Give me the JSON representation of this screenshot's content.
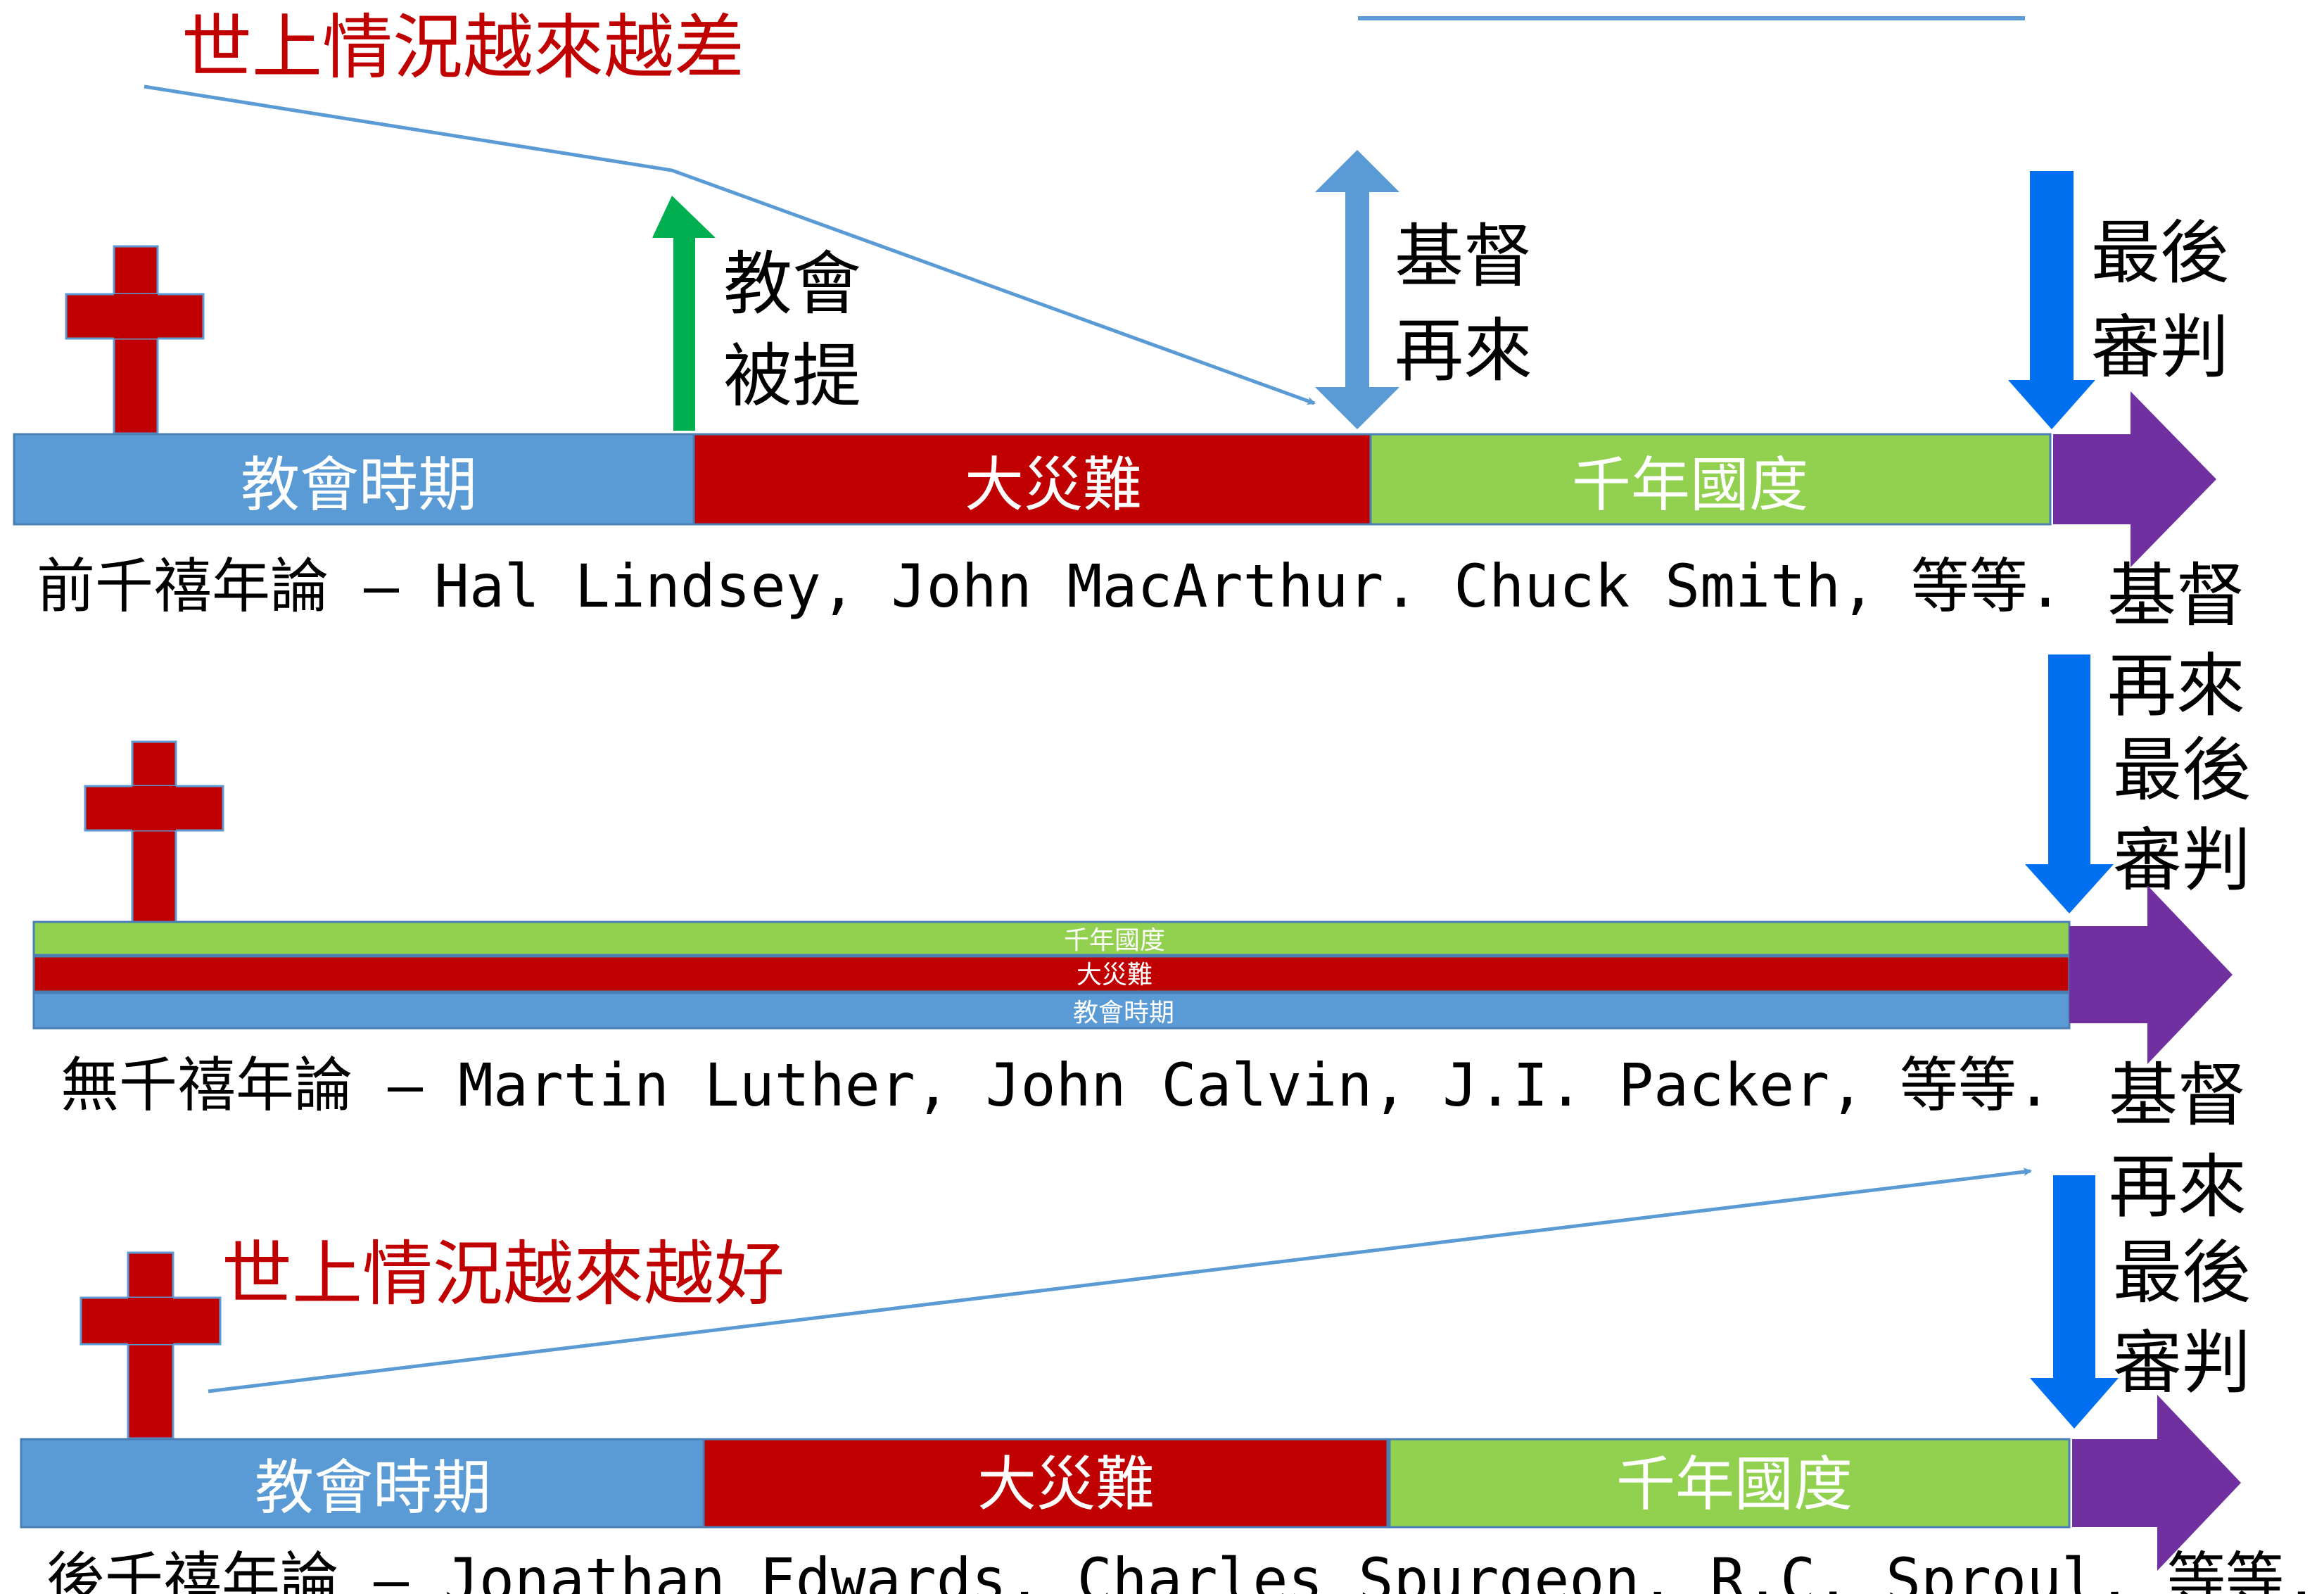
{
  "colors": {
    "church_age": "#5b9bd5",
    "tribulation": "#c00000",
    "millennium": "#92d050",
    "eternity_arrow": "#7030a0",
    "cross": "#c00000",
    "rapture_arrow": "#00b050",
    "second_coming_arrow": "#5b9bd5",
    "judgment_arrow": "#0070f0",
    "trend_line": "#5b9bd5",
    "caption_red": "#c00000",
    "text_black": "#000000",
    "bar_text": "#ffffff"
  },
  "premillennialism": {
    "trend_label": "世上情況越來越差",
    "rapture_label": [
      "教會",
      "被提"
    ],
    "second_coming_label": [
      "基督",
      "再來"
    ],
    "final_judgment_label": [
      "最後",
      "審判"
    ],
    "segments": {
      "church_age": "教會時期",
      "tribulation": "大災難",
      "millennium": "千年國度"
    },
    "caption": "前千禧年論 – Hal Lindsey, John MacArthur. Chuck Smith, 等等."
  },
  "amillennialism": {
    "second_coming_label": [
      "基督",
      "再來"
    ],
    "final_judgment_label": [
      "最後",
      "審判"
    ],
    "segments": {
      "millennium": "千年國度",
      "tribulation": "大災難",
      "church_age": "教會時期"
    },
    "caption": "無千禧年論 – Martin Luther, John Calvin, J.I. Packer, 等等."
  },
  "postmillennialism": {
    "trend_label": "世上情況越來越好",
    "second_coming_label": [
      "基督",
      "再來"
    ],
    "final_judgment_label": [
      "最後",
      "審判"
    ],
    "segments": {
      "church_age": "教會時期",
      "tribulation": "大災難",
      "millennium": "千年國度"
    },
    "caption": "後千禧年論 – Jonathan Edwards, Charles Spurgeon, R.C. Sproul, 等等."
  }
}
